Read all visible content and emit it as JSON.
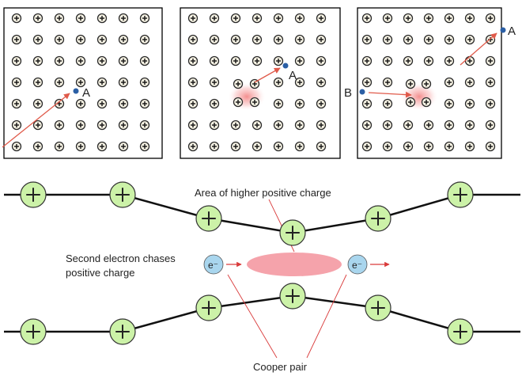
{
  "panels": [
    {
      "electron_label": "A",
      "arrow_color": "#e05a4a",
      "electron_color": "#2b5fa5"
    },
    {
      "electron_label": "A",
      "arrow_color": "#e05a4a",
      "electron_color": "#2b5fa5",
      "glow_color": "#f06a6a"
    },
    {
      "electron_label": "A",
      "second_electron_label": "B",
      "arrow_color": "#e05a4a",
      "electron_color": "#2b5fa5",
      "glow_color": "#f06a6a"
    }
  ],
  "lower": {
    "area_label": "Area of higher positive charge",
    "chase_label_line1": "Second electron chases",
    "chase_label_line2": "positive charge",
    "pair_label": "Cooper pair",
    "electron_symbol": "e⁻",
    "ion_symbol": "+",
    "ion_color": "#ccf2a8",
    "electron_color": "#a9d6ee",
    "charge_blob_color": "#f5a3ab",
    "leader_color": "#d93a3a"
  }
}
